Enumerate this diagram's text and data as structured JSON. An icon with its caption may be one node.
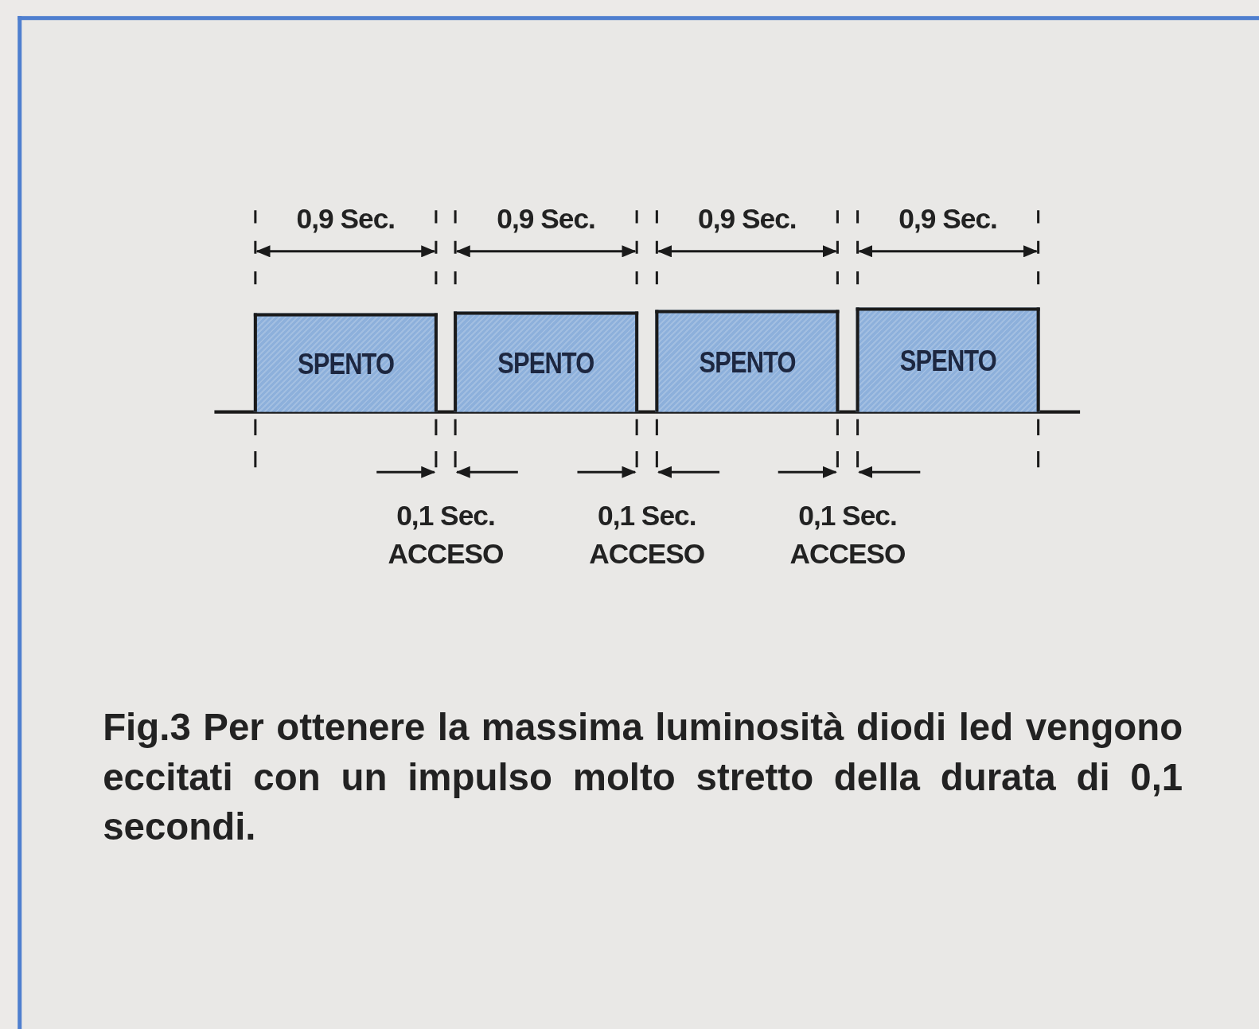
{
  "diagram": {
    "caption": "Fig.3 Per ottenere la massima luminosità diodi led vengono eccitati con un impulso molto stretto della durata di 0,1 secondi.",
    "nodes": [
      {
        "text": [
          "SPENTO"
        ]
      },
      {
        "text": [
          "SPENTO"
        ]
      },
      {
        "text": [
          "SPENTO"
        ]
      },
      {
        "text": [
          "SPENTO"
        ]
      }
    ],
    "labels": [
      "0,9 Sec.",
      "0,9 Sec.",
      "0,9 Sec.",
      "0,9 Sec.",
      "0,1 Sec. ACCESO",
      "0,1 Sec. ACCESO",
      "0,1 Sec. ACCESO"
    ]
  }
}
